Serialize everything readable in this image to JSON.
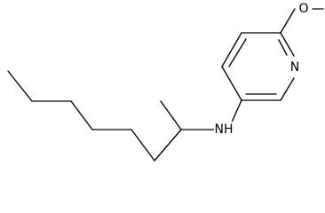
{
  "structure": {
    "atom_labels": {
      "oxygen": "O",
      "ring_nitrogen": "N",
      "amine": "NH"
    },
    "bond_color": "#000000",
    "background_color": "#ffffff"
  }
}
